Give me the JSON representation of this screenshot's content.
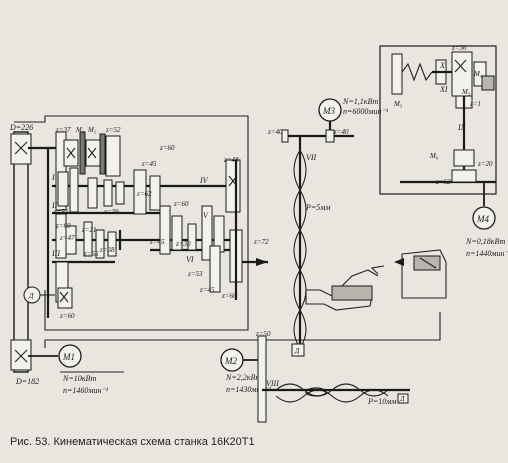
{
  "caption": "Рис. 53. Кинематическая схема станка 16К20Т1",
  "motors": {
    "m1": {
      "label": "M1",
      "power": "N=10кВт",
      "speed": "n=1460мин⁻¹"
    },
    "m2": {
      "label": "M2",
      "power": "N=2,2кВт",
      "speed": "n=1430мин⁻¹"
    },
    "m3": {
      "label": "M3",
      "power": "N=1,1кВт",
      "speed": "n=6000мин⁻¹"
    },
    "m4": {
      "label": "M4",
      "power": "N=0,18кВт",
      "speed": "n=1440мин⁻¹"
    }
  },
  "pulleys": {
    "d_top": "D=226",
    "d_bottom": "D=182"
  },
  "sensor": "Д",
  "gears": {
    "z37": "z=37",
    "m1c": "M₁",
    "z52": "z=52",
    "m2c": "M₂",
    "z51": "z=51",
    "z39": "z=39",
    "z47": "z=47",
    "z21": "z=21",
    "z55": "z=55",
    "z38": "z=38",
    "z60a": "z=60",
    "z60b": "z=60",
    "z60c": "z=60",
    "z60d": "z=60",
    "z60e": "z=60",
    "z45a": "z=45",
    "z45b": "z=45",
    "z48": "z=48",
    "z30": "z=30",
    "z72": "z=72",
    "z62": "z=62",
    "z53": "z=53",
    "z50": "z=50",
    "z40a": "z=40",
    "z40b": "z=40",
    "z20": "z=20",
    "z62b": "z=62",
    "z1": "z=1",
    "z36": "z=36",
    "m4c": "M₄",
    "m5c": "M₅",
    "m6c": "M₆",
    "m3c": "M₃"
  },
  "shafts": {
    "s1": "I",
    "s2": "II",
    "s3": "III",
    "s4": "IV",
    "s5": "V",
    "s6": "VI",
    "s7": "VII",
    "s8": "VIII",
    "s9": "IX",
    "s10": "X",
    "s11": "XI"
  },
  "screws": {
    "p5": "P=5мм",
    "p10": "P=10мм"
  }
}
